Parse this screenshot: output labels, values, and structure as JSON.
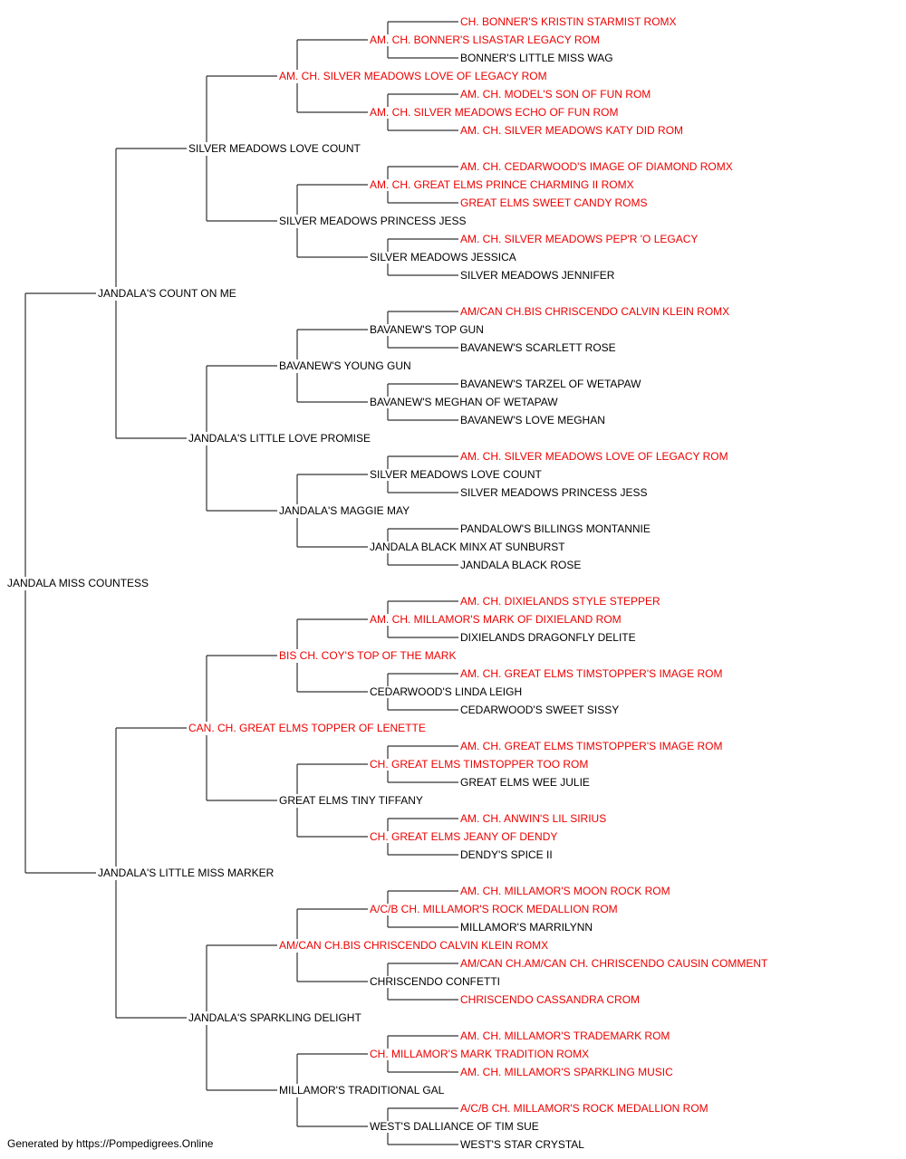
{
  "colors": {
    "champion": "#ee0000",
    "regular": "#000000",
    "lines": "#333333"
  },
  "pedigree": {
    "subject": {
      "name": "JANDALA MISS COUNTESS",
      "champion": false
    },
    "generation_1": [
      {
        "name": "JANDALA'S COUNT ON ME",
        "champion": false
      },
      {
        "name": "JANDALA'S LITTLE MISS MARKER",
        "champion": false
      }
    ],
    "generation_2": [
      {
        "name": "SILVER MEADOWS LOVE COUNT",
        "champion": false
      },
      {
        "name": "JANDALA'S LITTLE LOVE PROMISE",
        "champion": false
      },
      {
        "name": "CAN. CH. GREAT ELMS TOPPER OF LENETTE",
        "champion": true
      },
      {
        "name": "JANDALA'S SPARKLING DELIGHT",
        "champion": false
      }
    ],
    "generation_3": [
      {
        "name": "AM. CH. SILVER MEADOWS LOVE OF LEGACY ROM",
        "champion": true
      },
      {
        "name": "SILVER MEADOWS PRINCESS JESS",
        "champion": false
      },
      {
        "name": "BAVANEW'S YOUNG GUN",
        "champion": false
      },
      {
        "name": "JANDALA'S MAGGIE MAY",
        "champion": false
      },
      {
        "name": "BIS CH. COY'S TOP OF THE MARK",
        "champion": true
      },
      {
        "name": "GREAT ELMS TINY TIFFANY",
        "champion": false
      },
      {
        "name": "AM/CAN CH.BIS CHRISCENDO CALVIN KLEIN ROMX",
        "champion": true
      },
      {
        "name": "MILLAMOR'S TRADITIONAL GAL",
        "champion": false
      }
    ],
    "generation_4": [
      {
        "name": "AM. CH. BONNER'S LISASTAR LEGACY ROM",
        "champion": true
      },
      {
        "name": "AM. CH. SILVER MEADOWS ECHO OF FUN ROM",
        "champion": true
      },
      {
        "name": "AM. CH. GREAT ELMS PRINCE CHARMING II ROMX",
        "champion": true
      },
      {
        "name": "SILVER MEADOWS JESSICA",
        "champion": false
      },
      {
        "name": "BAVANEW'S TOP GUN",
        "champion": false
      },
      {
        "name": "BAVANEW'S MEGHAN OF WETAPAW",
        "champion": false
      },
      {
        "name": "SILVER MEADOWS LOVE COUNT",
        "champion": false
      },
      {
        "name": "JANDALA BLACK MINX AT SUNBURST",
        "champion": false
      },
      {
        "name": "AM. CH. MILLAMOR'S MARK OF DIXIELAND ROM",
        "champion": true
      },
      {
        "name": "CEDARWOOD'S LINDA LEIGH",
        "champion": false
      },
      {
        "name": "CH. GREAT ELMS TIMSTOPPER TOO ROM",
        "champion": true
      },
      {
        "name": "CH. GREAT ELMS JEANY OF DENDY",
        "champion": true
      },
      {
        "name": "A/C/B CH. MILLAMOR'S ROCK MEDALLION ROM",
        "champion": true
      },
      {
        "name": "CHRISCENDO CONFETTI",
        "champion": false
      },
      {
        "name": "CH. MILLAMOR'S MARK TRADITION ROMX",
        "champion": true
      },
      {
        "name": "WEST'S DALLIANCE OF TIM SUE",
        "champion": false
      }
    ],
    "generation_5": [
      {
        "name": "CH. BONNER'S KRISTIN STARMIST ROMX",
        "champion": true
      },
      {
        "name": "BONNER'S LITTLE MISS WAG",
        "champion": false
      },
      {
        "name": "AM. CH. MODEL'S SON OF FUN ROM",
        "champion": true
      },
      {
        "name": "AM. CH. SILVER MEADOWS KATY DID ROM",
        "champion": true
      },
      {
        "name": "AM. CH. CEDARWOOD'S IMAGE OF DIAMOND ROMX",
        "champion": true
      },
      {
        "name": "GREAT ELMS SWEET CANDY ROMS",
        "champion": true
      },
      {
        "name": "AM. CH. SILVER MEADOWS PEP'R 'O LEGACY",
        "champion": true
      },
      {
        "name": "SILVER MEADOWS JENNIFER",
        "champion": false
      },
      {
        "name": "AM/CAN CH.BIS CHRISCENDO CALVIN KLEIN ROMX",
        "champion": true
      },
      {
        "name": "BAVANEW'S SCARLETT ROSE",
        "champion": false
      },
      {
        "name": "BAVANEW'S TARZEL OF WETAPAW",
        "champion": false
      },
      {
        "name": "BAVANEW'S LOVE MEGHAN",
        "champion": false
      },
      {
        "name": "AM. CH. SILVER MEADOWS LOVE OF LEGACY ROM",
        "champion": true
      },
      {
        "name": "SILVER MEADOWS PRINCESS JESS",
        "champion": false
      },
      {
        "name": "PANDALOW'S BILLINGS MONTANNIE",
        "champion": false
      },
      {
        "name": "JANDALA BLACK ROSE",
        "champion": false
      },
      {
        "name": "AM. CH. DIXIELANDS STYLE STEPPER",
        "champion": true
      },
      {
        "name": "DIXIELANDS DRAGONFLY DELITE",
        "champion": false
      },
      {
        "name": "AM. CH. GREAT ELMS TIMSTOPPER'S IMAGE ROM",
        "champion": true
      },
      {
        "name": "CEDARWOOD'S SWEET SISSY",
        "champion": false
      },
      {
        "name": "AM. CH. GREAT ELMS TIMSTOPPER'S IMAGE ROM",
        "champion": true
      },
      {
        "name": "GREAT ELMS WEE JULIE",
        "champion": false
      },
      {
        "name": "AM. CH. ANWIN'S LIL SIRIUS",
        "champion": true
      },
      {
        "name": "DENDY'S SPICE II",
        "champion": false
      },
      {
        "name": "AM. CH. MILLAMOR'S MOON ROCK ROM",
        "champion": true
      },
      {
        "name": "MILLAMOR'S MARRILYNN",
        "champion": false
      },
      {
        "name": "AM/CAN CH.AM/CAN CH. CHRISCENDO CAUSIN COMMENT",
        "champion": true
      },
      {
        "name": "CHRISCENDO CASSANDRA CROM",
        "champion": true
      },
      {
        "name": "AM. CH. MILLAMOR'S TRADEMARK ROM",
        "champion": true
      },
      {
        "name": "AM. CH. MILLAMOR'S SPARKLING MUSIC",
        "champion": true
      },
      {
        "name": "A/C/B CH. MILLAMOR'S ROCK MEDALLION ROM",
        "champion": true
      },
      {
        "name": "WEST'S STAR CRYSTAL",
        "champion": false
      }
    ]
  },
  "footer": {
    "text": "Generated by https://Pompedigrees.Online"
  }
}
